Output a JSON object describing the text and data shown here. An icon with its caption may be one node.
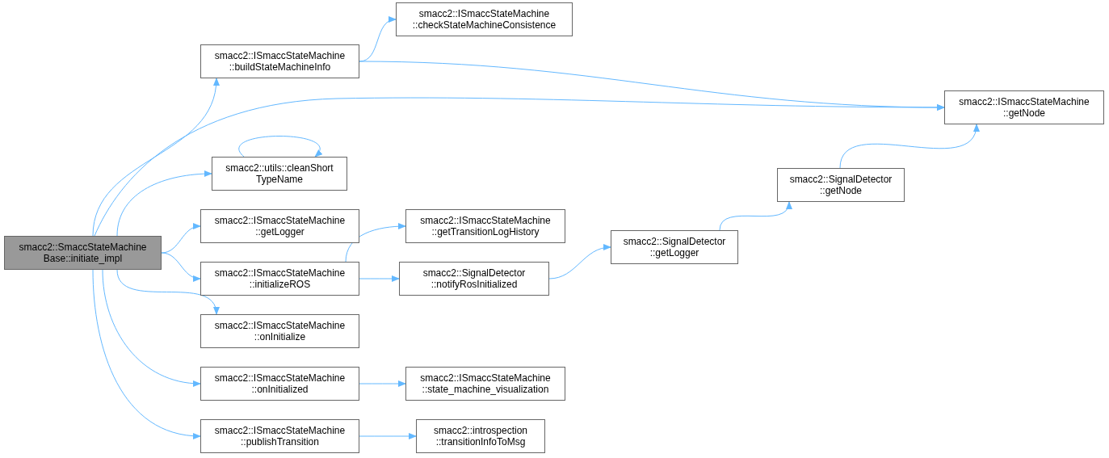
{
  "diagram": {
    "nodes": [
      {
        "text": [
          "smacc2::SmaccStateMachine Base::initiate_impl"
        ]
      },
      {
        "text": [
          "smacc2::ISmaccStateMachine ::buildStateMachineInfo"
        ]
      },
      {
        "text": [
          "smacc2::ISmaccStateMachine ::checkStateMachineConsistence"
        ]
      },
      {
        "text": [
          "smacc2::ISmaccStateMachine ::getNode"
        ]
      },
      {
        "text": [
          "smacc2::utils::cleanShort TypeName"
        ]
      },
      {
        "text": [
          "smacc2::ISmaccStateMachine ::getLogger"
        ]
      },
      {
        "text": [
          "smacc2::ISmaccStateMachine ::initializeROS"
        ]
      },
      {
        "text": [
          "smacc2::ISmaccStateMachine ::getTransitionLogHistory"
        ]
      },
      {
        "text": [
          "smacc2::SignalDetector ::notifyRosInitialized"
        ]
      },
      {
        "text": [
          "smacc2::SignalDetector ::getLogger"
        ]
      },
      {
        "text": [
          "smacc2::SignalDetector ::getNode"
        ]
      },
      {
        "text": [
          "smacc2::ISmaccStateMachine ::onInitialize"
        ]
      },
      {
        "text": [
          "smacc2::ISmaccStateMachine ::onInitialized"
        ]
      },
      {
        "text": [
          "smacc2::ISmaccStateMachine ::state_machine_visualization"
        ]
      },
      {
        "text": [
          "smacc2::ISmaccStateMachine ::publishTransition"
        ]
      },
      {
        "text": [
          "smacc2::introspection ::transitionInfoToMsg"
        ]
      }
    ],
    "edges": [
      {
        "from": 0,
        "to": 1,
        "arrow": "to"
      },
      {
        "from": 1,
        "to": 2,
        "arrow": "to"
      },
      {
        "from": 1,
        "to": 3,
        "arrow": "to"
      },
      {
        "from": 0,
        "to": 3,
        "arrow": "to"
      },
      {
        "from": 0,
        "to": 4,
        "arrow": "to"
      },
      {
        "from": 4,
        "to": 4,
        "arrow": "to"
      },
      {
        "from": 0,
        "to": 5,
        "arrow": "to"
      },
      {
        "from": 0,
        "to": 6,
        "arrow": "to"
      },
      {
        "from": 6,
        "to": 7,
        "arrow": "to"
      },
      {
        "from": 6,
        "to": 8,
        "arrow": "to"
      },
      {
        "from": 8,
        "to": 9,
        "arrow": "to"
      },
      {
        "from": 9,
        "to": 10,
        "arrow": "to"
      },
      {
        "from": 10,
        "to": 3,
        "arrow": "to"
      },
      {
        "from": 0,
        "to": 11,
        "arrow": "to"
      },
      {
        "from": 0,
        "to": 12,
        "arrow": "to"
      },
      {
        "from": 12,
        "to": 13,
        "arrow": "to"
      },
      {
        "from": 0,
        "to": 14,
        "arrow": "to"
      },
      {
        "from": 14,
        "to": 15,
        "arrow": "to"
      }
    ]
  }
}
